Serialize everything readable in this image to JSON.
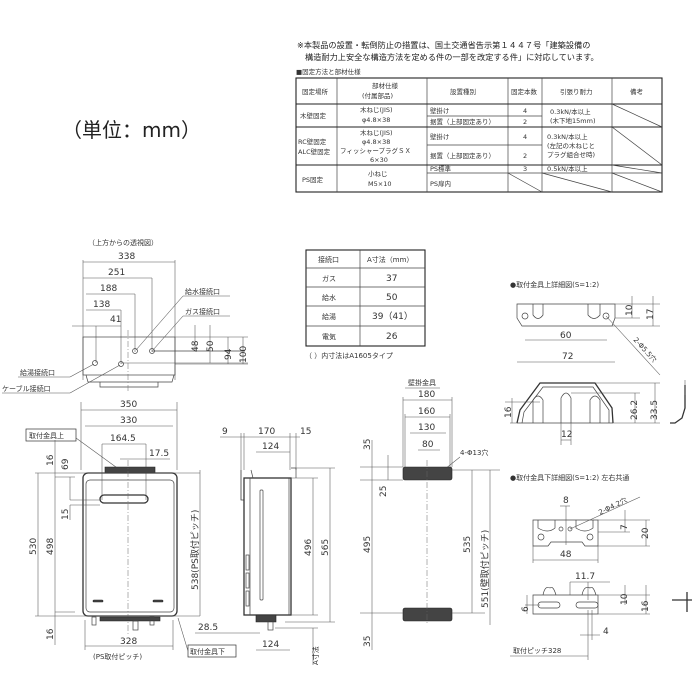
{
  "notes": {
    "line1": "※本製品の設置・転倒防止の措置は、国土交通省告示第１４４７号「建築設備の",
    "line2": "構造耐力上安全な構造方法を定める件の一部を改定する件」に対応しています。",
    "table_title": "■固定方法と部材仕様"
  },
  "unit_label": "（単位：mm）",
  "fix_table": {
    "headers": [
      "固定場所",
      "部材仕様",
      "(付属部品)",
      "設置種別",
      "固定本数",
      "引張り耐力",
      "備考"
    ],
    "wood": {
      "place": "木壁固定",
      "spec1": "木ねじ(JIS)",
      "spec2": "φ4.8×38",
      "type1": "壁掛け",
      "count1": "4",
      "type2": "据置（上部固定あり）",
      "count2": "2",
      "strength1": "0.3kN/本以上",
      "strength2": "(木下地15mm)"
    },
    "rc": {
      "place1": "RC壁固定",
      "place2": "ALC壁固定",
      "spec1": "木ねじ(JIS)",
      "spec2": "φ4.8×38",
      "spec3": "フィッシャープラグＳＸ",
      "spec4": "6×30",
      "type1": "壁掛け",
      "count1": "4",
      "type2": "据置（上部固定あり）",
      "count2": "2",
      "strength1": "0.3kN/本以上",
      "strength2": "(左記の木ねじと",
      "strength3": "プラグ組合せ時)"
    },
    "ps": {
      "place": "PS固定",
      "spec1": "小ねじ",
      "spec2": "M5×10",
      "type1": "PS標準",
      "count1": "3",
      "strength1": "0.5kN/本以上",
      "type2": "PS扉内"
    }
  },
  "conn_table": {
    "headers": [
      "接続口",
      "A寸法（mm）"
    ],
    "rows": [
      {
        "name": "ガス",
        "value": "37"
      },
      {
        "name": "給水",
        "value": "50"
      },
      {
        "name": "給湯",
        "value": "39（41）"
      },
      {
        "name": "電気",
        "value": "26"
      }
    ],
    "note": "（ ）内寸法はA1605タイプ"
  },
  "top_view": {
    "title": "（上方からの透視図）",
    "dims": [
      "338",
      "251",
      "188",
      "138",
      "41",
      "48",
      "50",
      "94",
      "100"
    ],
    "labels": {
      "water": "給水接続口",
      "gas": "ガス接続口",
      "hot": "給湯接続口",
      "cable": "ケーブル接続口"
    }
  },
  "front_view": {
    "dims": {
      "w350": "350",
      "w330": "330",
      "w164": "164.5",
      "w17": "17.5",
      "h16t": "16",
      "h69": "69",
      "h15": "15",
      "h530": "530",
      "h498": "498",
      "h538": "538(PS取付ピッチ)",
      "h16b": "16",
      "w328": "328",
      "ps_pitch": "(PS取付ピッチ)"
    },
    "label_top_bracket": "取付金具上"
  },
  "side_view": {
    "dims": {
      "d9": "9",
      "d170": "170",
      "d15": "15",
      "d124t": "124",
      "h496": "496",
      "h565": "565",
      "d28": "28.5",
      "d124b": "124",
      "a": "A寸法"
    },
    "label_bottom_bracket": "取付金具下"
  },
  "wall_bracket": {
    "title": "壁掛金具",
    "dims": {
      "w180": "180",
      "w160": "160",
      "w130": "130",
      "w80": "80",
      "holes": "4-Φ13穴",
      "h35t": "35",
      "h25": "25",
      "h495": "495",
      "h35b": "35",
      "h535": "535",
      "h551": "551(壁取付ピッチ)"
    }
  },
  "detail_top": {
    "title": "●取付金具上詳細図(S=1:2)",
    "dims": {
      "d10": "10",
      "d17": "17",
      "d60": "60",
      "holes": "2-Φ5.5穴",
      "d72": "72",
      "d16": "16",
      "d26": "26.2",
      "d33": "33.5",
      "d12": "12"
    }
  },
  "detail_bottom": {
    "title": "●取付金具下詳細図(S=1:2) 左右共通",
    "dims": {
      "d8": "8",
      "holes": "2-Φ4.2穴",
      "d7": "7",
      "d20": "20",
      "d48": "48",
      "d11": "11.7",
      "d6": "6",
      "d10": "10",
      "d16": "16",
      "d4": "4",
      "pitch": "取付ピッチ328"
    }
  }
}
